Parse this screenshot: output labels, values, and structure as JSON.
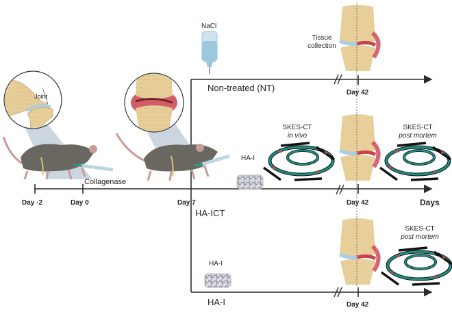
{
  "figure": {
    "timeline": {
      "days_axis_label": "Days",
      "ticks": [
        {
          "label": "Day -2",
          "day": -2
        },
        {
          "label": "Day 0",
          "day": 0
        },
        {
          "label": "Day 7",
          "day": 7
        },
        {
          "label": "Day 42",
          "day": 42
        }
      ],
      "injection_label": "Collagenase"
    },
    "insets": {
      "healthy_joint_label": "Joint"
    },
    "groups": [
      {
        "name": "Non-treated (NT)",
        "treatment_label": "NaCl",
        "endpoint_label": "Day 42",
        "annotation": "Tissue collection"
      },
      {
        "name": "HA-ICT",
        "treatment_label": "HA-I",
        "endpoint_label": "Day 42",
        "imaging_before": {
          "title": "SKES-CT",
          "subtitle": "in vivo"
        },
        "imaging_after": {
          "title": "SKES-CT",
          "subtitle": "post mortem"
        }
      },
      {
        "name": "HA-I",
        "treatment_label": "HA-I",
        "endpoint_label": "Day 42",
        "imaging_after": {
          "title": "SKES-CT",
          "subtitle": "post mortem"
        }
      }
    ],
    "colors": {
      "line": "#2b2b2b",
      "bone": "#e8cf9a",
      "cartilage_healthy": "#a9cde6",
      "inflamed": "#c9414f",
      "mouse": "#6a6660",
      "synchrotron_ring": "#1f8f84",
      "magnet": "#111111",
      "iv_bag": "#9cc7dc"
    }
  }
}
